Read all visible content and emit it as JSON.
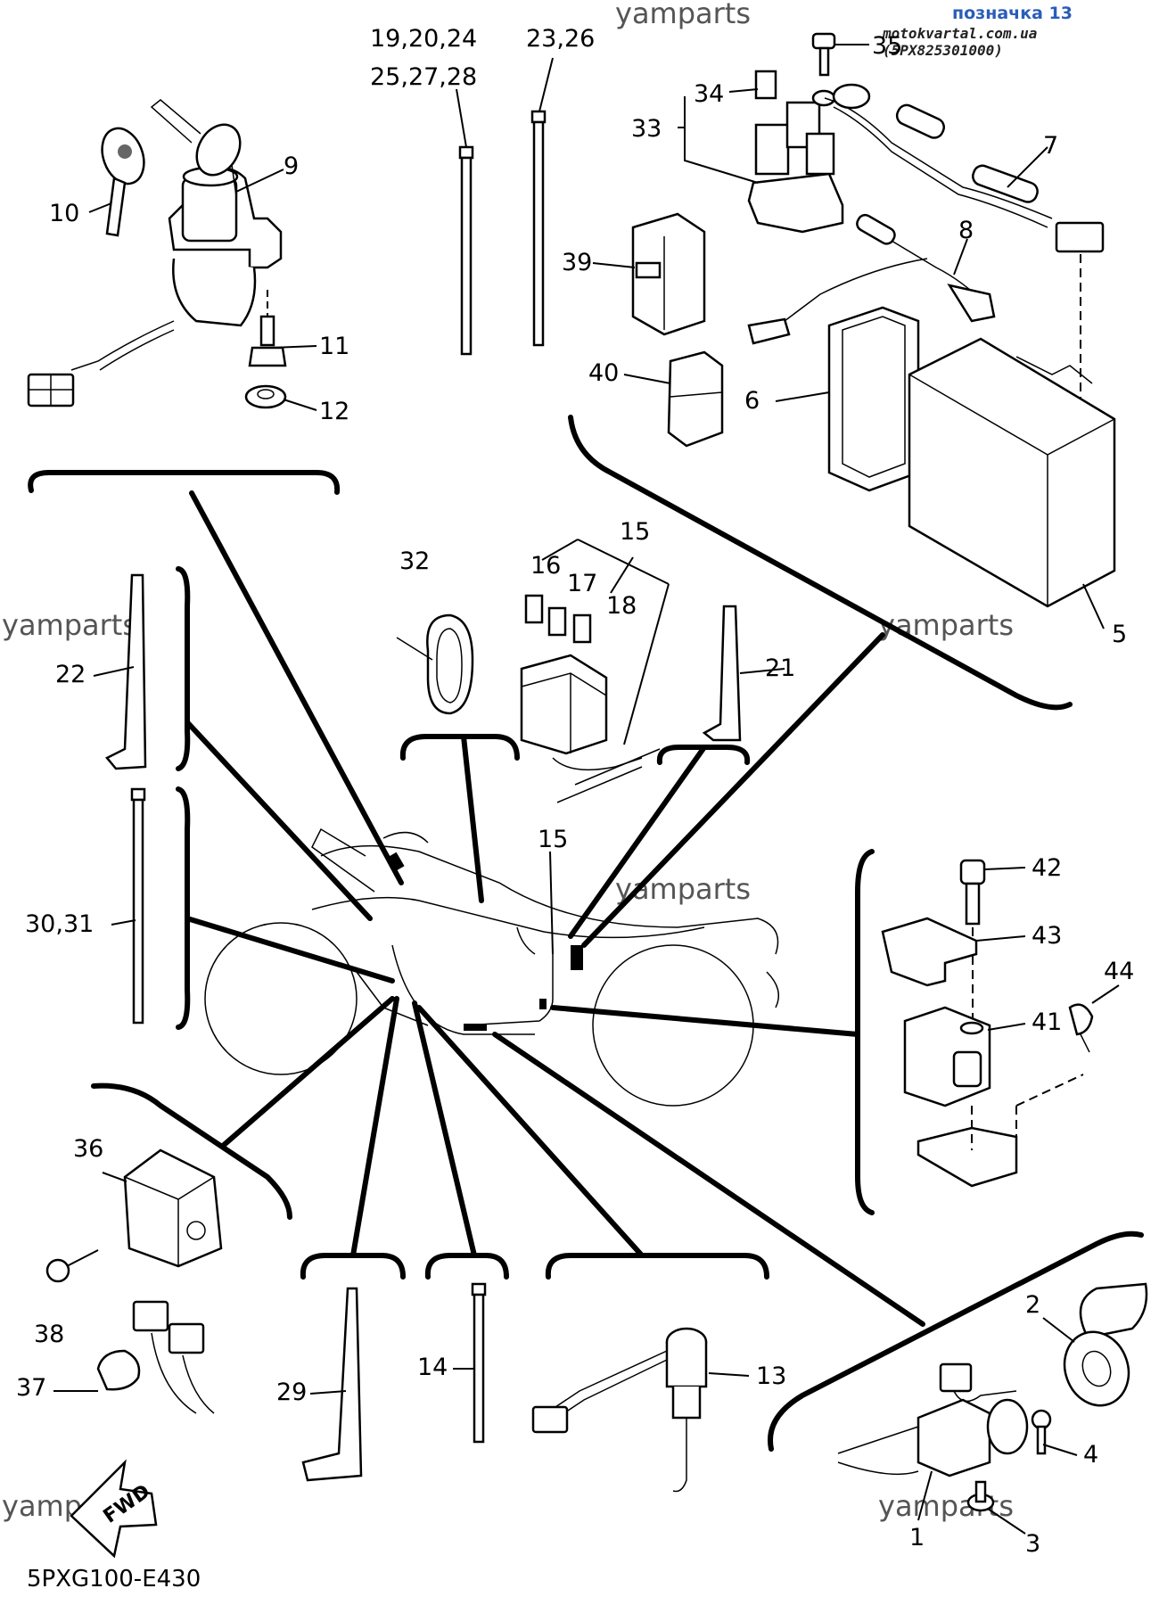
{
  "header": {
    "title": "позначка 13",
    "subtitle": "motokvartal.com.ua (5PX825301000)"
  },
  "diagram_code": "5PXG100-E430",
  "watermark": "yamparts",
  "fwd_label": "FWD",
  "callouts": [
    {
      "id": "c-19-20-24",
      "label": "19,20,24"
    },
    {
      "id": "c-25-27-28",
      "label": "25,27,28"
    },
    {
      "id": "c-23-26",
      "label": "23,26"
    },
    {
      "id": "c-35",
      "label": "35"
    },
    {
      "id": "c-34",
      "label": "34"
    },
    {
      "id": "c-33",
      "label": "33"
    },
    {
      "id": "c-7",
      "label": "7"
    },
    {
      "id": "c-8",
      "label": "8"
    },
    {
      "id": "c-39",
      "label": "39"
    },
    {
      "id": "c-40",
      "label": "40"
    },
    {
      "id": "c-6",
      "label": "6"
    },
    {
      "id": "c-5",
      "label": "5"
    },
    {
      "id": "c-9",
      "label": "9"
    },
    {
      "id": "c-10",
      "label": "10"
    },
    {
      "id": "c-11",
      "label": "11"
    },
    {
      "id": "c-12",
      "label": "12"
    },
    {
      "id": "c-15a",
      "label": "15"
    },
    {
      "id": "c-16",
      "label": "16"
    },
    {
      "id": "c-17",
      "label": "17"
    },
    {
      "id": "c-18",
      "label": "18"
    },
    {
      "id": "c-32",
      "label": "32"
    },
    {
      "id": "c-21",
      "label": "21"
    },
    {
      "id": "c-22",
      "label": "22"
    },
    {
      "id": "c-15b",
      "label": "15"
    },
    {
      "id": "c-30-31",
      "label": "30,31"
    },
    {
      "id": "c-42",
      "label": "42"
    },
    {
      "id": "c-43",
      "label": "43"
    },
    {
      "id": "c-44",
      "label": "44"
    },
    {
      "id": "c-41",
      "label": "41"
    },
    {
      "id": "c-36",
      "label": "36"
    },
    {
      "id": "c-38",
      "label": "38"
    },
    {
      "id": "c-37",
      "label": "37"
    },
    {
      "id": "c-29",
      "label": "29"
    },
    {
      "id": "c-14",
      "label": "14"
    },
    {
      "id": "c-13",
      "label": "13"
    },
    {
      "id": "c-2",
      "label": "2"
    },
    {
      "id": "c-4",
      "label": "4"
    },
    {
      "id": "c-1",
      "label": "1"
    },
    {
      "id": "c-3",
      "label": "3"
    }
  ]
}
